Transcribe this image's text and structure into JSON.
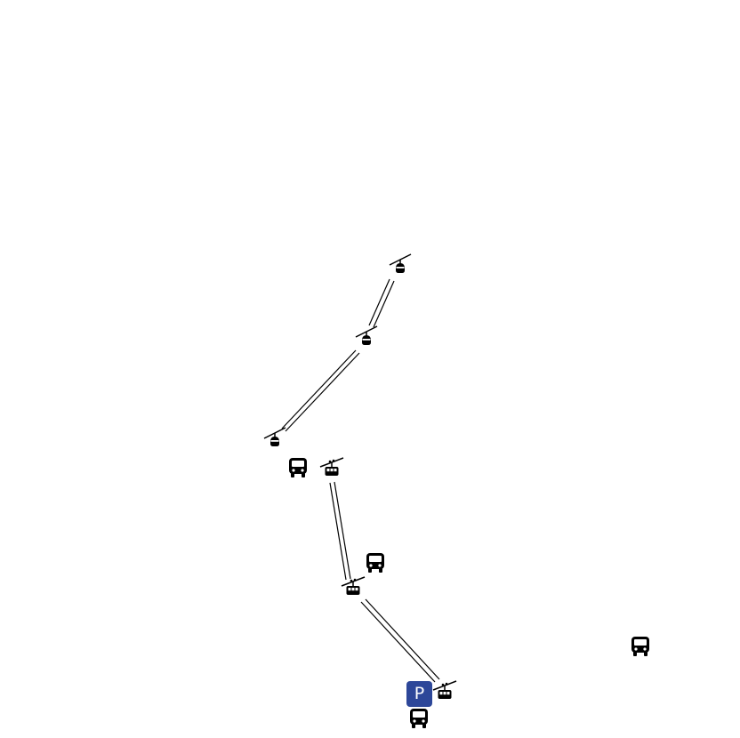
{
  "map": {
    "background": "#ffffff",
    "line_color": "#000000",
    "features": {
      "gondola_line": {
        "stations": [
          "gondola-station",
          "gondola-station",
          "gondola-station"
        ],
        "icon": "gondola-icon"
      },
      "aerial_tramway": {
        "stations": [
          "cable-car-station",
          "cable-car-station",
          "cable-car-station"
        ],
        "icon": "cable-car-icon"
      },
      "bus_stops": {
        "count": 4,
        "icon": "bus-icon"
      },
      "parking": {
        "label": "P",
        "color": "#2d4799",
        "icon": "parking-icon"
      }
    }
  }
}
